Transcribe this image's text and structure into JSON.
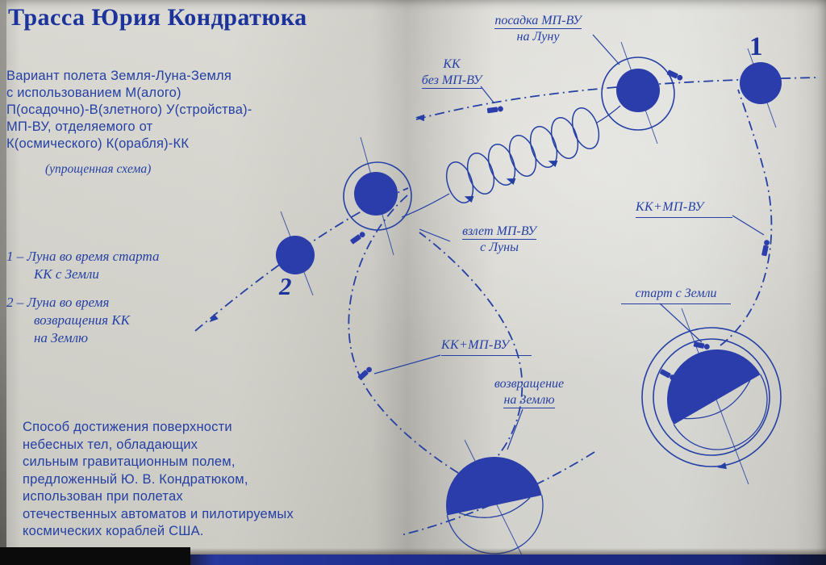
{
  "colors": {
    "ink": "#2540a5",
    "ink_dark": "#1c339c",
    "body_fill": "#2b3cab",
    "paper": "#d6d5cf",
    "binding_blue": "#1d2c8a"
  },
  "left_column": {
    "title": "Трасса Юрия Кондратюка",
    "intro_lines": [
      "Вариант полета Земля-Луна-Земля",
      "с использованием М(алого)",
      "П(осадочно)-В(злетного) У(стройства)-",
      "МП-ВУ, отделяемого от",
      "К(осмического) К(орабля)-КК"
    ],
    "scheme_note": "(упрощенная схема)",
    "legend": [
      {
        "lines": [
          "1 – Луна во время старта",
          "КК с Земли"
        ]
      },
      {
        "lines": [
          "2 – Луна во время",
          "возвращения КК",
          "на Землю"
        ]
      }
    ],
    "footer_lines": [
      "Способ достижения поверхности",
      "небесных тел, обладающих",
      "сильным гравитационным полем,",
      "предложенный Ю. В. Кондратюком,",
      "использован при полетах",
      "отечественных автоматов и пилотируемых",
      "космических кораблей США."
    ]
  },
  "diagram": {
    "landing_label": {
      "l1": "посадка МП-ВУ",
      "l2": "на Луну"
    },
    "kk_without_label": {
      "l1": "КК",
      "l2": "без МП-ВУ"
    },
    "moon1_number": "1",
    "moon2_number": "2",
    "kk_mpvu_right": "КК+МП-ВУ",
    "takeoff_label": {
      "l1": "взлет МП-ВУ",
      "l2": "с Луны"
    },
    "start_label": "старт с Земли",
    "kk_mpvu_left": "КК+МП-ВУ",
    "return_label": {
      "l1": "возвращение",
      "l2": "на Землю"
    }
  }
}
